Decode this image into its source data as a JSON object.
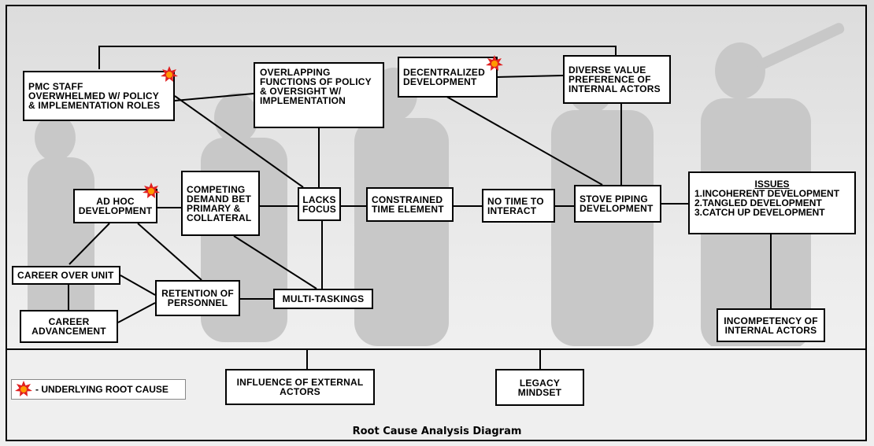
{
  "diagram": {
    "caption": "Root Cause Analysis Diagram",
    "legend": {
      "label": "- UNDERLYING ROOT CAUSE",
      "icon": "root-cause-star-icon"
    },
    "colors": {
      "star_outer": "#e02020",
      "star_inner": "#ff9a00",
      "line": "#000000",
      "box_bg": "#ffffff"
    },
    "nodes": {
      "pmc_staff": "PMC STAFF\nOVERWHELMED W/ POLICY\n& IMPLEMENTATION ROLES",
      "overlapping_functions": "OVERLAPPING\nFUNCTIONS OF POLICY\n& OVERSIGHT W/\nIMPLEMENTATION",
      "decentralized": "DECENTRALIZED\nDEVELOPMENT",
      "diverse_value": "DIVERSE VALUE\nPREFERENCE OF\nINTERNAL ACTORS",
      "ad_hoc": "AD HOC\nDEVELOPMENT",
      "competing_demand": "COMPETING\nDEMAND BET\nPRIMARY &\nCOLLATERAL",
      "lacks_focus": "LACKS\nFOCUS",
      "constrained_time": "CONSTRAINED\nTIME ELEMENT",
      "no_time": "NO TIME TO\nINTERACT",
      "stove_piping": "STOVE PIPING\nDEVELOPMENT",
      "career_over_unit": "CAREER OVER UNIT",
      "retention": "RETENTION OF\nPERSONNEL",
      "multi_taskings": "MULTI-TASKINGS",
      "career_advancement": "CAREER\nADVANCEMENT",
      "incompetency": "INCOMPETENCY OF\nINTERNAL ACTORS",
      "influence_external": "INFLUENCE OF EXTERNAL\nACTORS",
      "legacy_mindset": "LEGACY\nMINDSET"
    },
    "issues": {
      "title": "ISSUES",
      "items": [
        "1.INCOHERENT DEVELOPMENT",
        "2.TANGLED DEVELOPMENT",
        "3.CATCH UP DEVELOPMENT"
      ]
    }
  }
}
